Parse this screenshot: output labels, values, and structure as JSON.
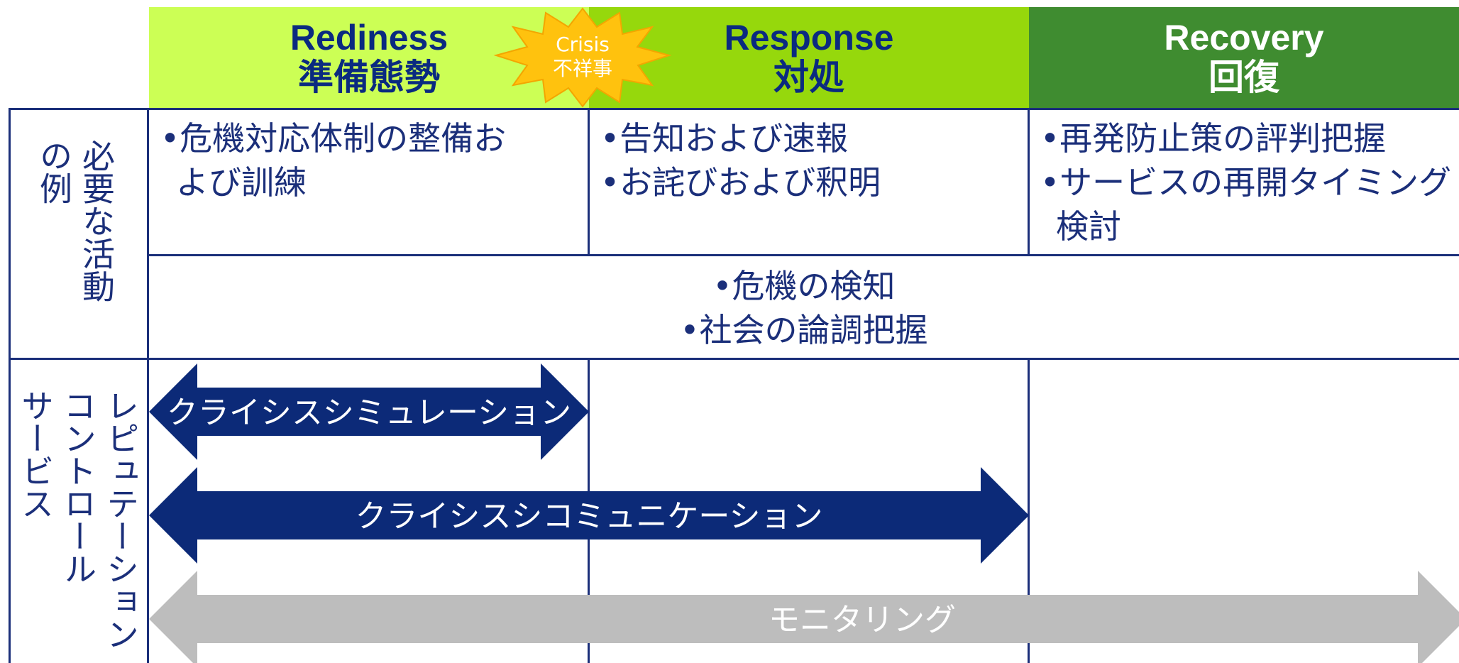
{
  "phases": {
    "readiness": {
      "en": "Rediness",
      "ja": "準備態勢"
    },
    "response": {
      "en": "Response",
      "ja": "対処"
    },
    "recovery": {
      "en": "Recovery",
      "ja": "回復"
    }
  },
  "crisis_badge": {
    "en": "Crisis",
    "ja": "不祥事"
  },
  "rows": {
    "activities_label_line1": "必要な活動",
    "activities_label_line2": "の例",
    "services_label_line1": "レピュテーション",
    "services_label_line2": "コントロール",
    "services_label_line3": "サービス"
  },
  "activities": {
    "readiness": [
      "•危機対応体制の整備お",
      "よび訓練"
    ],
    "response": [
      "•告知および速報",
      "•お詫びおよび釈明"
    ],
    "recovery": [
      "•再発防止策の評判把握",
      "•サービスの再開タイミング",
      "検討"
    ],
    "all_phases": [
      "•危機の検知",
      "•社会の論調把握"
    ]
  },
  "services": [
    {
      "label": "クライシスシミュレーション"
    },
    {
      "label": "クライシスシコミュニケーション"
    },
    {
      "label": "モニタリング"
    }
  ],
  "colors": {
    "navy": "#0c2a78",
    "grid": "#1b2f7a",
    "readiness_bg": "#ccff55",
    "response_bg": "#96d80c",
    "recovery_bg": "#3f8c30",
    "monitoring_gray": "#bdbdbd",
    "crisis_star": "#ffc20e"
  }
}
